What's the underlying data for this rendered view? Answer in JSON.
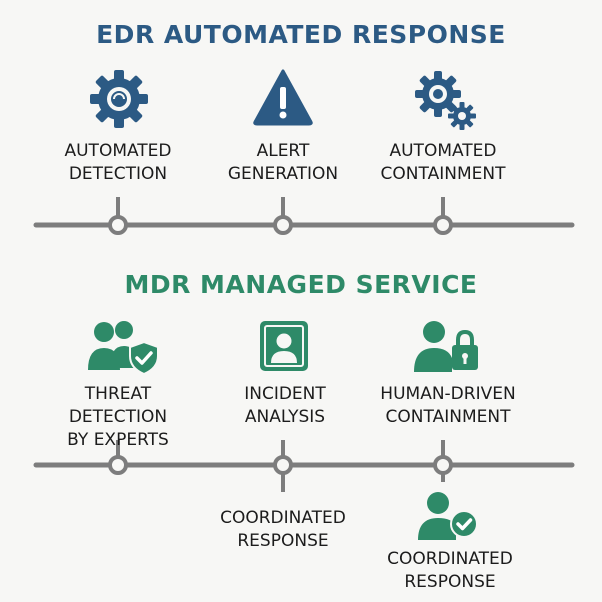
{
  "edr": {
    "title": "EDR AUTOMATED RESPONSE",
    "color": "#2c5a84",
    "steps": [
      {
        "icon": "gear-icon",
        "line1": "AUTOMATED",
        "line2": "DETECTION"
      },
      {
        "icon": "warning-icon",
        "line1": "ALERT",
        "line2": "GENERATION"
      },
      {
        "icon": "gears-icon",
        "line1": "AUTOMATED",
        "line2": "CONTAINMENT"
      }
    ]
  },
  "mdr": {
    "title": "MDR MANAGED SERVICE",
    "color": "#2e8a68",
    "steps": [
      {
        "icon": "users-shield-icon",
        "line1": "THREAT DETECTION",
        "line2": "BY EXPERTS"
      },
      {
        "icon": "user-card-icon",
        "line1": "INCIDENT",
        "line2": "ANALYSIS"
      },
      {
        "icon": "user-lock-icon",
        "line1": "HUMAN-DRIVEN",
        "line2": "CONTAINMENT"
      }
    ],
    "branches": [
      {
        "icon": "",
        "line1": "COORDINATED",
        "line2": "RESPONSE"
      },
      {
        "icon": "user-check-icon",
        "line1": "COORDINATED",
        "line2": "RESPONSE"
      }
    ]
  },
  "timeline_color": "#7d7d7d"
}
